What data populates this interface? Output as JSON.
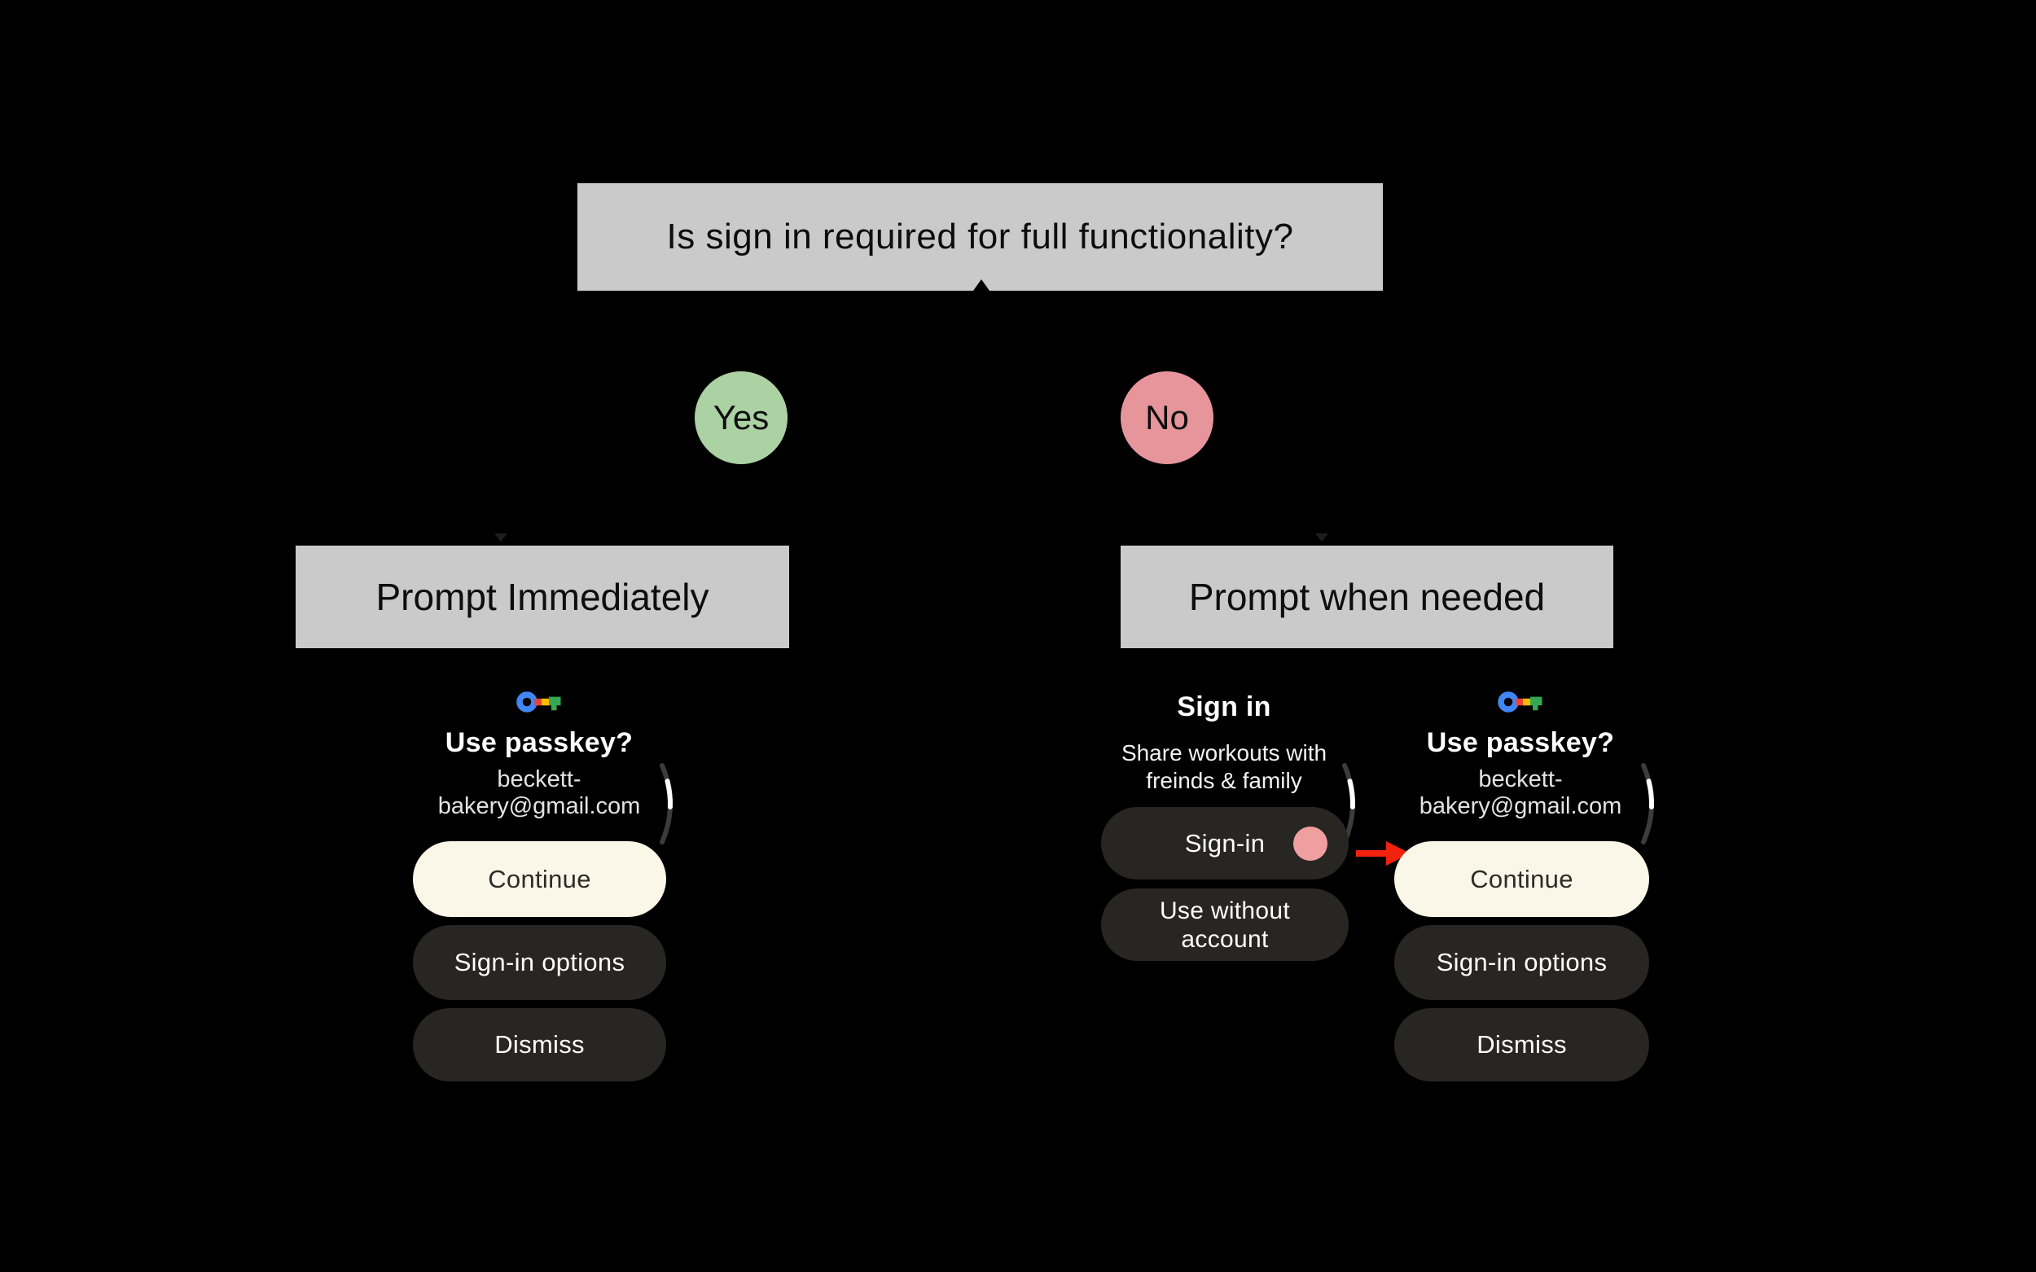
{
  "diagram": {
    "question": "Is sign in required for full functionality?",
    "yes_label": "Yes",
    "no_label": "No",
    "branch_yes_title": "Prompt Immediately",
    "branch_no_title": "Prompt when needed"
  },
  "passkey_screen": {
    "icon": "google-passkey-key-icon",
    "title": "Use passkey?",
    "account_line1": "beckett-",
    "account_line2": "bakery@gmail.com",
    "continue_label": "Continue",
    "signin_options_label": "Sign-in options",
    "dismiss_label": "Dismiss"
  },
  "signin_screen": {
    "title": "Sign in",
    "subtitle_line1": "Share workouts with",
    "subtitle_line2": "freinds & family",
    "signin_label": "Sign-in",
    "use_without_account_line1": "Use without",
    "use_without_account_line2": "account"
  },
  "colors": {
    "background": "#000000",
    "box_gray": "#cacaca",
    "yes_green": "#acd1a3",
    "no_pink": "#e6959b",
    "cream_button": "#faf6e8",
    "cream_button_text": "#2d2c27",
    "dark_button": "#282623",
    "white_text": "#ffffff",
    "secondary_text": "#e3e3e3",
    "tap_indicator_pink": "#ef9f9f",
    "arrow_red": "#f2220f",
    "scroll_track": "#3c3c3c",
    "scroll_thumb": "#ffffff",
    "key_blue": "#4285f4",
    "key_red": "#ea4335",
    "key_yellow": "#fbbc04",
    "key_green": "#34a853"
  }
}
